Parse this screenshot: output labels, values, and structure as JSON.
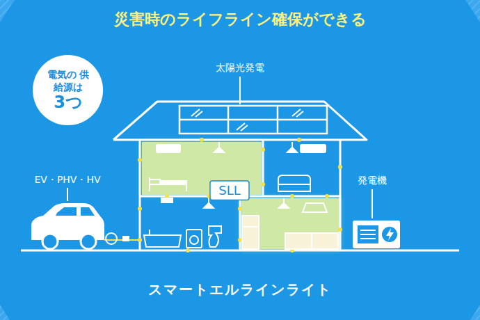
{
  "diagram": {
    "title": "災害時のライフライン確保ができる",
    "caption": "スマートエルラインライト",
    "nodes": [
      {
        "text": [
          "電気の 供給源は",
          "3つ"
        ]
      },
      {
        "text": [
          "SLL"
        ]
      }
    ],
    "labels": [
      "太陽光発電",
      "EV・PHV・HV",
      "発電機"
    ]
  }
}
